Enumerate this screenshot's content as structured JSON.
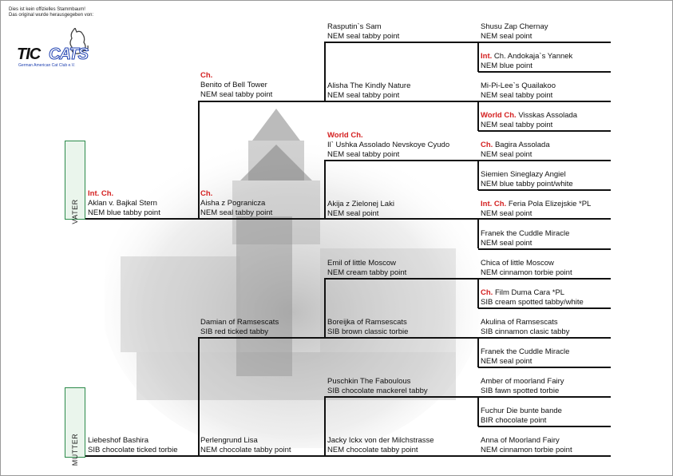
{
  "disclaimer": {
    "line1": "Dies ist kein offizielles Stammbaum!",
    "line2": "Das original wurde herausgegeben von:"
  },
  "logo": {
    "tic": "TIC",
    "cats": "CATS",
    "subtitle": "German American Cat Club e.V."
  },
  "sides": {
    "father": "VATER",
    "mother": "MUTTER"
  },
  "gen1": [
    {
      "title": "Int. Ch.",
      "name": "Aklan v. Bajkal Stern",
      "breed": "NEM blue tabby point"
    },
    {
      "title": "",
      "name": "Liebeshof Bashira",
      "breed": "SIB chocolate ticked torbie"
    }
  ],
  "gen2": [
    {
      "title": "Ch.",
      "name": "Benito of Bell Tower",
      "breed": "NEM seal tabby point"
    },
    {
      "title": "Ch.",
      "name": "Aisha z Pogranicza",
      "breed": "NEM seal tabby point"
    },
    {
      "title": "",
      "name": "Damian of Ramsescats",
      "breed": "SIB red ticked tabby"
    },
    {
      "title": "",
      "name": "Perlengrund Lisa",
      "breed": "NEM chocolate tabby point"
    }
  ],
  "gen3": [
    {
      "title": "",
      "name": "Rasputin`s Sam",
      "breed": "NEM seal tabby point"
    },
    {
      "title": "",
      "name": "Alisha The Kindly Nature",
      "breed": "NEM seal tabby point"
    },
    {
      "title": "World Ch.",
      "name": "Il` Ushka Assolado Nevskoye Cyudo",
      "breed": "NEM seal tabby point"
    },
    {
      "title": "",
      "name": "Akija z Zielonej Laki",
      "breed": "NEM seal point"
    },
    {
      "title": "",
      "name": "Emil of little Moscow",
      "breed": "NEM cream tabby point"
    },
    {
      "title": "",
      "name": "Boreijka of Ramsescats",
      "breed": "SIB brown classic torbie"
    },
    {
      "title": "",
      "name": "Puschkin The Faboulous",
      "breed": "SIB chocolate mackerel tabby"
    },
    {
      "title": "",
      "name": "Jacky Ickx von der Milchstrasse",
      "breed": "NEM chocolate tabby point"
    }
  ],
  "gen4": [
    {
      "title": "",
      "name": "Shusu Zap Chernay",
      "breed": "NEM seal point"
    },
    {
      "title": "Int.",
      "name": "Ch. Andokaja`s Yannek",
      "breed": "NEM blue point"
    },
    {
      "title": "",
      "name": "Mi-Pi-Lee`s Quailakoo",
      "breed": "NEM seal tabby point"
    },
    {
      "title": "World Ch.",
      "name": "Visskas Assolada",
      "breed": "NEM seal tabby point"
    },
    {
      "title": "Ch.",
      "name": "Bagira Assolada",
      "breed": "NEM seal point"
    },
    {
      "title": "",
      "name": "Siemien Sineglazy Angiel",
      "breed": "NEM blue tabby point/white"
    },
    {
      "title": "Int. Ch.",
      "name": "Feria Pola Elizejskie *PL",
      "breed": "NEM seal point"
    },
    {
      "title": "",
      "name": "Franek the Cuddle Miracle",
      "breed": "NEM seal point"
    },
    {
      "title": "",
      "name": "Chica of little Moscow",
      "breed": "NEM cinnamon torbie point"
    },
    {
      "title": "Ch.",
      "name": "Film Duma Cara *PL",
      "breed": "SIB cream spotted tabby/white"
    },
    {
      "title": "",
      "name": "Akulina of Ramsescats",
      "breed": "SIB cinnamon clasic tabby"
    },
    {
      "title": "",
      "name": "Franek the Cuddle Miracle",
      "breed": "NEM seal point"
    },
    {
      "title": "",
      "name": "Amber of moorland Fairy",
      "breed": "SIB fawn spotted torbie"
    },
    {
      "title": "",
      "name": "Fuchur Die bunte bande",
      "breed": "BIR chocolate point"
    },
    {
      "title": "",
      "name": "Anna of Moorland Fairy",
      "breed": "NEM cinnamon torbie point"
    }
  ],
  "colors": {
    "title_red": "#d42020",
    "box_green": "#2b8a4a",
    "logo_blue": "#1d3fb0"
  }
}
